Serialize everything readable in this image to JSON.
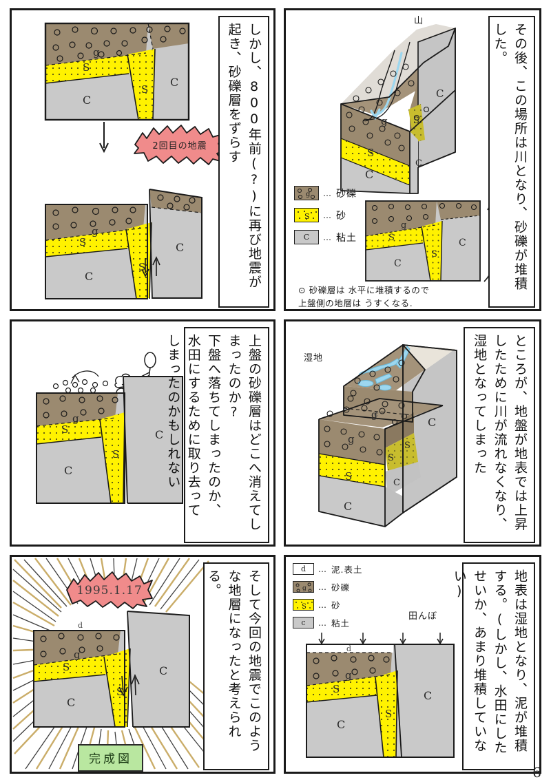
{
  "page": {
    "number": "6"
  },
  "panels": {
    "p1": {
      "name": "second-earthquake-panel",
      "narration": "しかし、800年前(?)に再び地震が起き、砂礫層をずらす",
      "burst_label": "2回目の地震",
      "layer_labels": {
        "gravel": "g",
        "sand": "S",
        "clay": "C"
      }
    },
    "p2": {
      "name": "river-deposition-panel",
      "narration": "その後、この場所は川となり、砂礫が堆積した。",
      "mountain_label": "山",
      "note": "⊙ 砂礫層は 水平に堆積するので\n  上盤側の地層は うすくなる.",
      "legend": [
        {
          "symbol": "g",
          "dots": "…",
          "text": "砂礫",
          "swatch": "gravel"
        },
        {
          "symbol": "S",
          "dots": "…",
          "text": "砂",
          "swatch": "sand"
        },
        {
          "symbol": "C",
          "dots": "…",
          "text": "粘土",
          "swatch": "clay"
        }
      ],
      "layer_labels": {
        "gravel": "g",
        "sand": "S",
        "clay": "C"
      }
    },
    "p3": {
      "name": "gravel-removed-panel",
      "narration": "上盤の砂礫層はどこへ消えてしまったのか?\n下盤へ落ちてしまったのか、\n水田にするために取り去って\nしまったのかもしれない",
      "layer_labels": {
        "gravel": "g",
        "sand": "S",
        "clay": "C"
      }
    },
    "p4": {
      "name": "wetland-panel",
      "narration": "ところが、地盤が地表では上昇したために川が流れなくなり、湿地となってしまった",
      "wetland_label": "湿地",
      "layer_labels": {
        "gravel": "g",
        "sand": "S",
        "clay": "C"
      }
    },
    "p5": {
      "name": "final-earthquake-panel",
      "narration": "そして今回の地震でこのような地層になったと考えられる。",
      "date_label": "1995.1.17",
      "complete_tag": "完成図",
      "layer_labels": {
        "gravel": "g",
        "sand": "S",
        "clay": "C"
      }
    },
    "p6": {
      "name": "paddy-field-panel",
      "narration": "地表は湿地となり、泥が堆積する。(しかし、水田にしたせいか、あまり堆積していない)",
      "paddy_label": "田んぼ",
      "legend": [
        {
          "symbol": "d",
          "dots": "…",
          "text": "泥.表土",
          "swatch": "mud"
        },
        {
          "symbol": "g",
          "dots": "…",
          "text": "砂礫",
          "swatch": "gravel"
        },
        {
          "symbol": "S",
          "dots": "…",
          "text": "砂",
          "swatch": "sand"
        },
        {
          "symbol": "c",
          "dots": "…",
          "text": "粘土",
          "swatch": "clay"
        }
      ],
      "layer_labels": {
        "mud": "d",
        "gravel": "g",
        "sand": "S",
        "clay": "C"
      }
    }
  },
  "colors": {
    "gravel": "#9b8a70",
    "gravel_shade": "#8a7960",
    "sand": "#fff200",
    "sand_shade": "#c8bd2e",
    "clay": "#c9c9c9",
    "clay_shade": "#b4b4b4",
    "clay_light": "#dedede",
    "water": "#9dd7ef",
    "burst_red": "#f08b8b",
    "tag_green": "#b9e7a0",
    "ray_tan": "#c8a961",
    "ink": "#1a1a1a"
  }
}
